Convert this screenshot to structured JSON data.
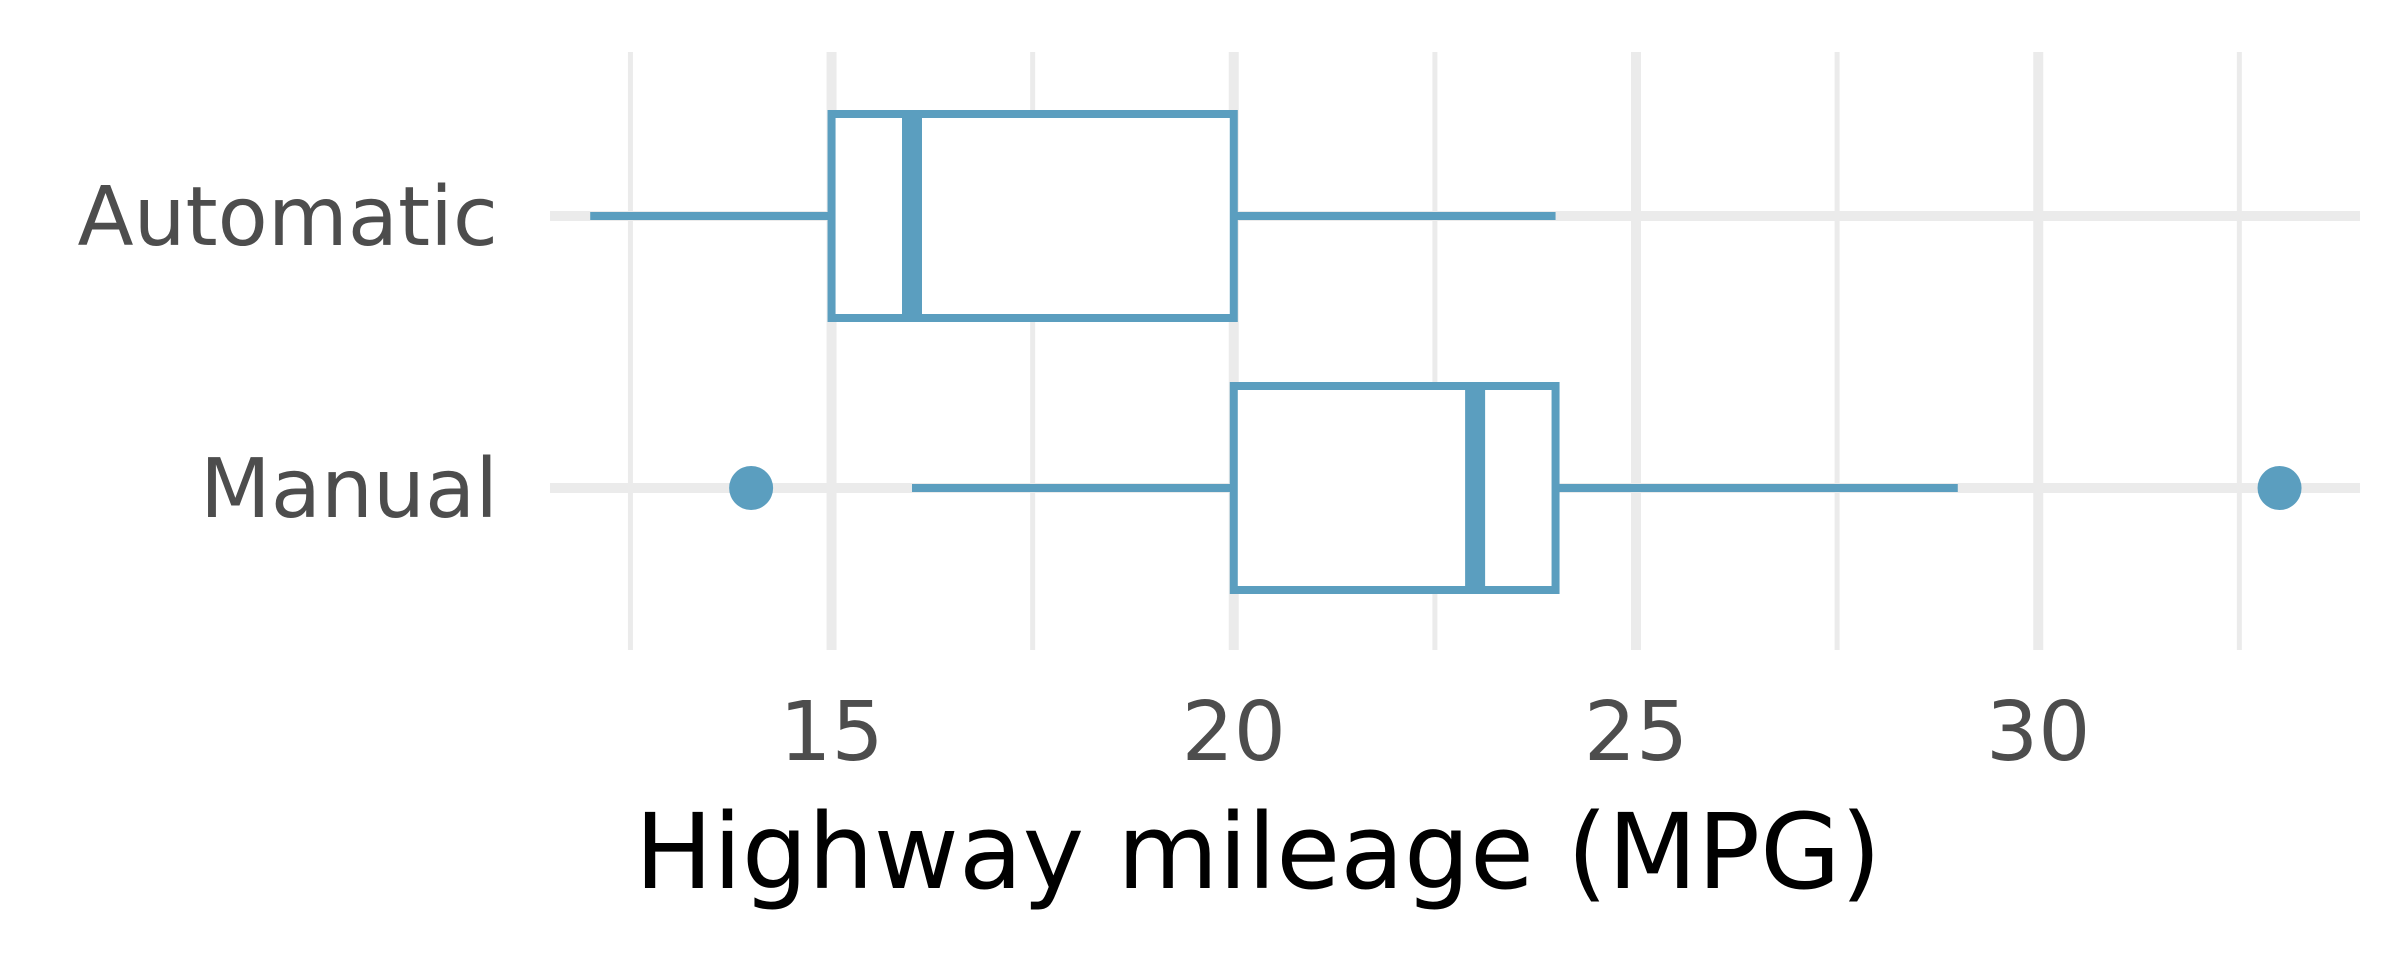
{
  "chart_data": {
    "type": "boxplot",
    "orientation": "horizontal",
    "title": "",
    "xlabel": "Highway mileage (MPG)",
    "ylabel": "",
    "xlim": [
      11.5,
      34
    ],
    "xticks": [
      15,
      20,
      25,
      30
    ],
    "xtick_labels": [
      "15",
      "20",
      "25",
      "30"
    ],
    "minor_gridlines": [
      12.5,
      17.5,
      22.5,
      27.5,
      32.5
    ],
    "grid": true,
    "legend": "none",
    "categories": [
      "Automatic",
      "Manual"
    ],
    "boxes": [
      {
        "category": "Automatic",
        "whisker_low": 12,
        "q1": 15,
        "median": 16,
        "q3": 20,
        "whisker_high": 24,
        "outliers": []
      },
      {
        "category": "Manual",
        "whisker_low": 16,
        "q1": 20,
        "median": 23,
        "q3": 24,
        "whisker_high": 29,
        "outliers": [
          14,
          33
        ]
      }
    ],
    "colors": {
      "box": "#5b9ebf",
      "grid_major": "#ebebeb",
      "grid_minor": "#ebebeb",
      "text": "#4d4d4d",
      "title": "#000000"
    }
  }
}
